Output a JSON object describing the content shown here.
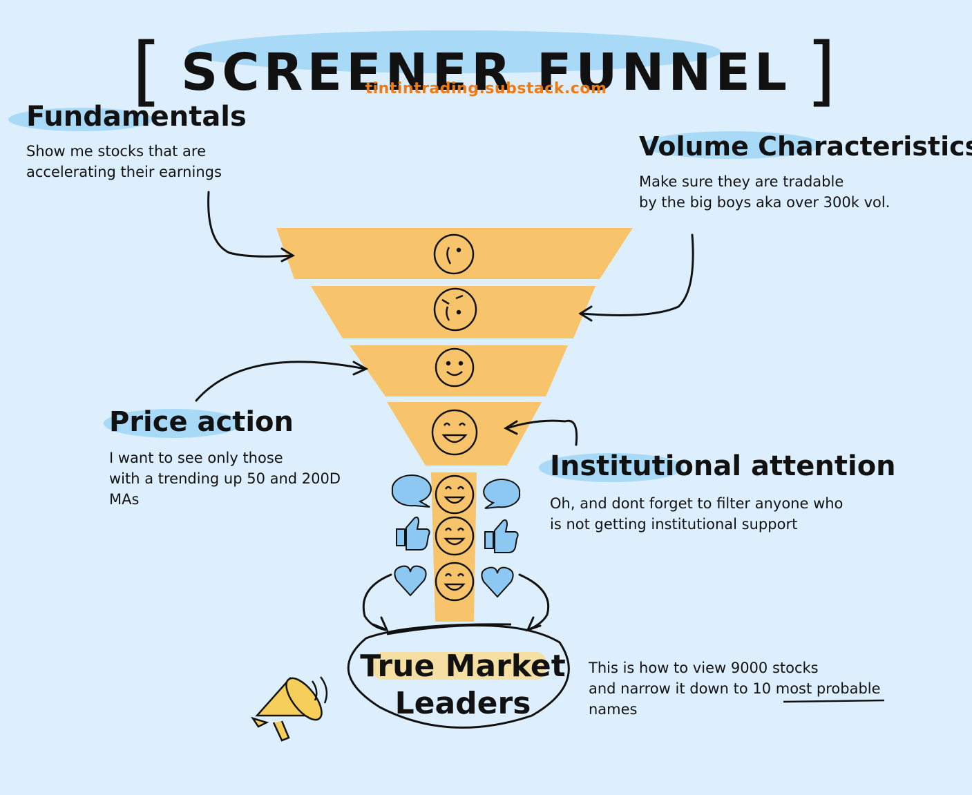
{
  "title": "SCREENER FUNNEL",
  "bracket_left": "[",
  "bracket_right": "]",
  "subtitle": "tintintrading.substack.com",
  "fundamentals": {
    "heading": "Fundamentals",
    "lines": [
      "Show me stocks that are",
      "accelerating their earnings"
    ]
  },
  "volume": {
    "heading": "Volume Characteristics",
    "lines": [
      "Make sure they are tradable",
      "by the big boys aka over 300k vol."
    ]
  },
  "price": {
    "heading": "Price action",
    "lines": [
      "I want to see only those",
      "with a trending up 50 and 200D",
      "MAs"
    ]
  },
  "institutional": {
    "heading": "Institutional attention",
    "lines": [
      "Oh, and dont forget to filter anyone who",
      "is not getting institutional support"
    ]
  },
  "leaders": {
    "line1": "True Market",
    "line2": "Leaders"
  },
  "note": {
    "line1": "This is how to view 9000 stocks",
    "line2_prefix": "and narrow it down to 10 ",
    "line2_underlined": "most probable",
    "line3": "names"
  },
  "colors": {
    "background": "#ddeffc",
    "funnel": "#f7c46c",
    "highlight": "#a8d9f7",
    "subtitle": "#f07a12",
    "icon_blue": "#8cc8f2",
    "megaphone": "#f5cf5a"
  },
  "icons": [
    "frown-face-icon",
    "angry-face-icon",
    "smile-face-icon",
    "grin-face-icon",
    "laugh-face-icon",
    "speech-bubble-icon",
    "thumbs-up-icon",
    "heart-icon",
    "megaphone-icon",
    "arrow-icon"
  ]
}
